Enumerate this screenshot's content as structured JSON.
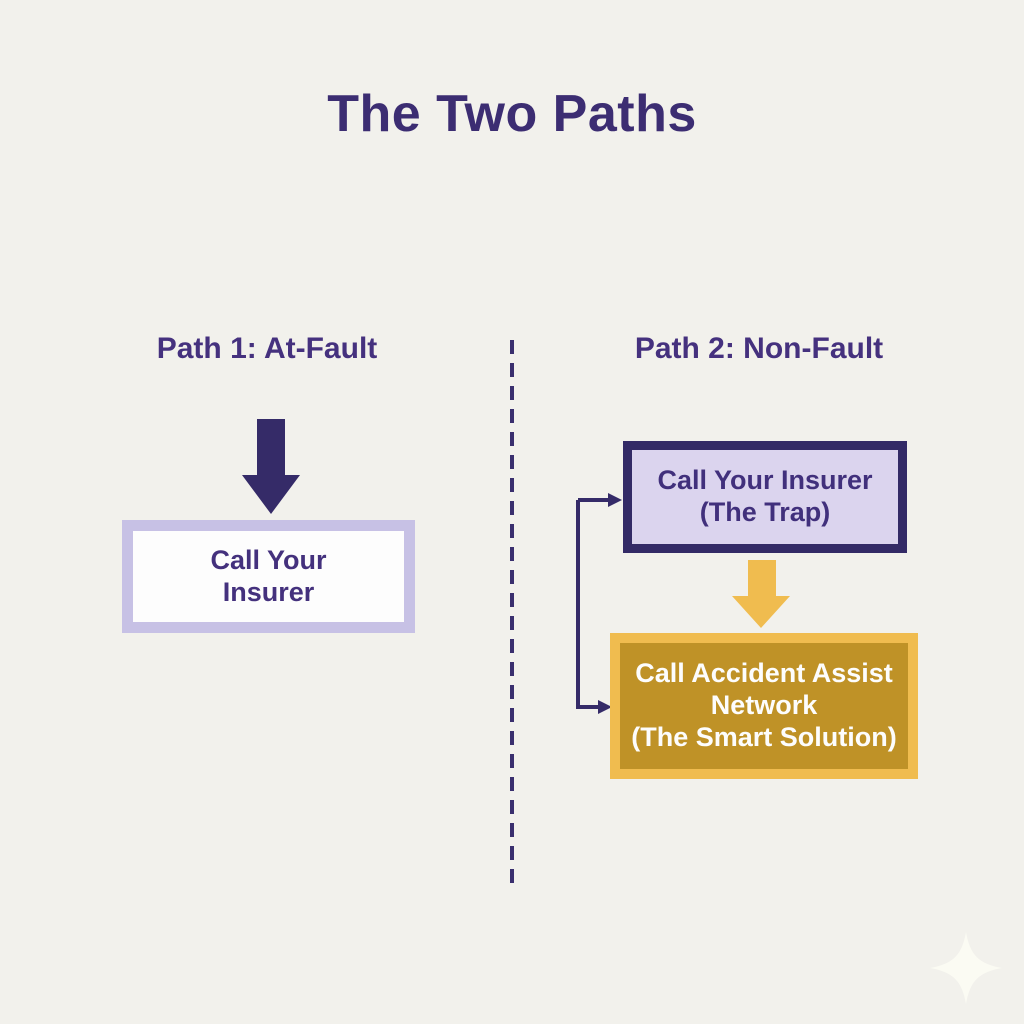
{
  "title": "The Two Paths",
  "path1": {
    "heading": "Path 1: At-Fault",
    "insurer_box": {
      "line1": "Call Your",
      "line2": "Insurer"
    }
  },
  "path2": {
    "heading": "Path 2: Non-Fault",
    "trap_box": {
      "line1": "Call Your Insurer",
      "line2": "(The Trap)"
    },
    "smart_box": {
      "line1": "Call Accident Assist",
      "line2": "Network",
      "line3": "(The Smart Solution)"
    }
  },
  "icons": {
    "down_arrow_purple": "block-down-arrow",
    "down_arrow_gold": "block-down-arrow",
    "bracket_connector": "bracket-with-arrowheads",
    "sparkle": "four-point-star"
  },
  "colors": {
    "background": "#f2f1ec",
    "title_purple": "#3c2d72",
    "heading_purple": "#45317e",
    "dark_purple": "#352b68",
    "lavender_border": "#c7c1e5",
    "lavender_fill": "#dbd4ee",
    "gold_light": "#f0bc4f",
    "gold_dark": "#bf9227",
    "box_text_purple": "#44317d",
    "box_text_white": "#fdfdfd",
    "sparkle_white": "#fbfbf3"
  }
}
